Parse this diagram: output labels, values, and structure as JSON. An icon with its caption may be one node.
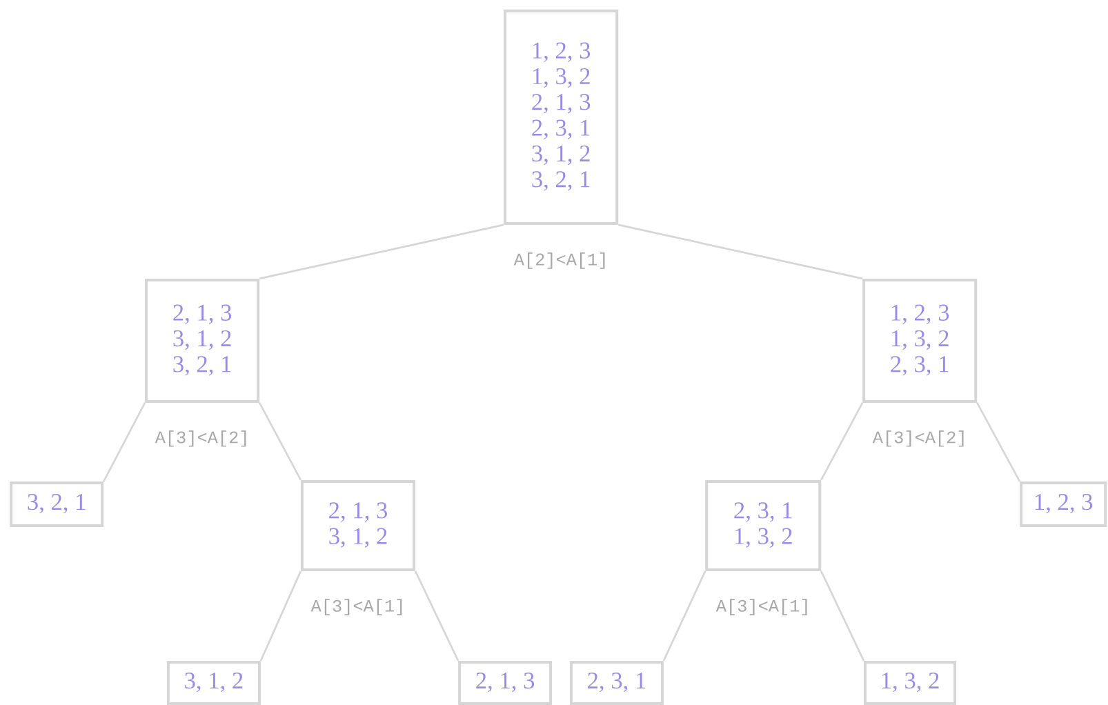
{
  "diagram": {
    "nodes": [
      {
        "text": [
          "1, 2, 3",
          "1, 3, 2",
          "2, 1, 3",
          "2, 3, 1",
          "3, 1, 2",
          "3, 2, 1"
        ],
        "beside": [
          "A[2]<A[1]"
        ]
      },
      {
        "text": [
          "2, 1, 3",
          "3, 1, 2",
          "3, 2, 1"
        ],
        "beside": [
          "A[3]<A[2]"
        ]
      },
      {
        "text": [
          "1, 2, 3",
          "1, 3, 2",
          "2, 3, 1"
        ],
        "beside": [
          "A[3]<A[2]"
        ]
      },
      {
        "text": [
          "3, 2, 1"
        ]
      },
      {
        "text": [
          "2, 1, 3",
          "3, 1, 2"
        ],
        "beside": [
          "A[3]<A[1]"
        ]
      },
      {
        "text": [
          "2, 3, 1",
          "1, 3, 2"
        ],
        "beside": [
          "A[3]<A[1]"
        ]
      },
      {
        "text": [
          "1, 2, 3"
        ]
      },
      {
        "text": [
          "3, 1, 2"
        ]
      },
      {
        "text": [
          "2, 1, 3"
        ]
      },
      {
        "text": [
          "2, 3, 1"
        ]
      },
      {
        "text": [
          "1, 3, 2"
        ]
      }
    ],
    "edges": [
      {
        "from": 0,
        "to": 1,
        "arrow": "none"
      },
      {
        "from": 0,
        "to": 2,
        "arrow": "none"
      },
      {
        "from": 1,
        "to": 3,
        "arrow": "none"
      },
      {
        "from": 1,
        "to": 4,
        "arrow": "none"
      },
      {
        "from": 2,
        "to": 5,
        "arrow": "none"
      },
      {
        "from": 2,
        "to": 6,
        "arrow": "none"
      },
      {
        "from": 4,
        "to": 7,
        "arrow": "none"
      },
      {
        "from": 4,
        "to": 8,
        "arrow": "none"
      },
      {
        "from": 5,
        "to": 9,
        "arrow": "none"
      },
      {
        "from": 5,
        "to": 10,
        "arrow": "none"
      }
    ]
  }
}
